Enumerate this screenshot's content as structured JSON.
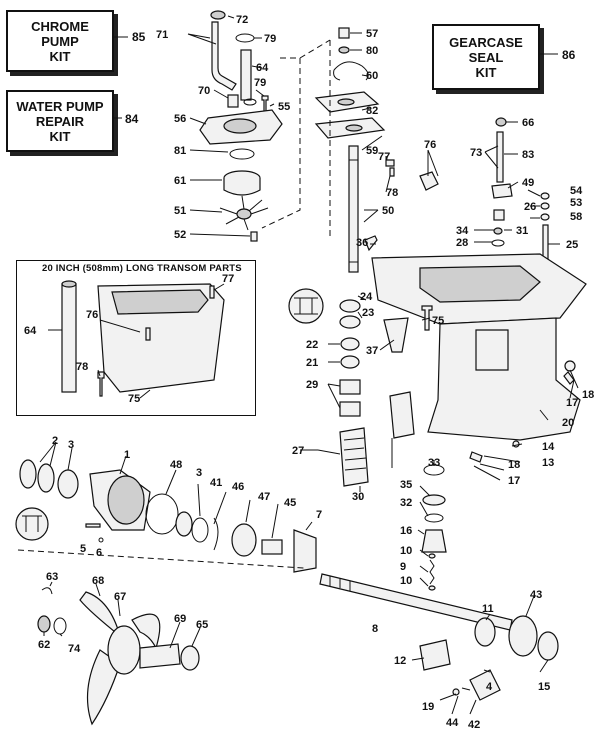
{
  "kits": {
    "chrome_pump": {
      "line1": "CHROME",
      "line2": "PUMP",
      "line3": "KIT",
      "number": "85"
    },
    "water_pump": {
      "line1": "WATER PUMP",
      "line2": "REPAIR",
      "line3": "KIT",
      "number": "84"
    },
    "gearcase_seal": {
      "line1": "GEARCASE",
      "line2": "SEAL",
      "line3": "KIT",
      "number": "86"
    }
  },
  "transom": {
    "title": "20 INCH (508mm) LONG TRANSOM PARTS"
  },
  "callouts": [
    "72",
    "71",
    "79",
    "64",
    "70",
    "79",
    "55",
    "56",
    "81",
    "61",
    "51",
    "52",
    "57",
    "80",
    "60",
    "82",
    "59",
    "77",
    "78",
    "76",
    "73",
    "66",
    "83",
    "49",
    "54",
    "26",
    "53",
    "58",
    "34",
    "31",
    "28",
    "25",
    "50",
    "36",
    "24",
    "23",
    "75",
    "22",
    "37",
    "21",
    "29",
    "17",
    "18",
    "20",
    "14",
    "13",
    "18",
    "17",
    "27",
    "30",
    "33",
    "35",
    "32",
    "16",
    "10",
    "9",
    "10",
    "11",
    "43",
    "15",
    "2",
    "3",
    "1",
    "48",
    "3",
    "41",
    "46",
    "47",
    "45",
    "7",
    "5",
    "6",
    "63",
    "68",
    "67",
    "62",
    "74",
    "69",
    "65",
    "8",
    "12",
    "4",
    "19",
    "44",
    "42",
    "77",
    "76",
    "64",
    "78",
    "75"
  ]
}
